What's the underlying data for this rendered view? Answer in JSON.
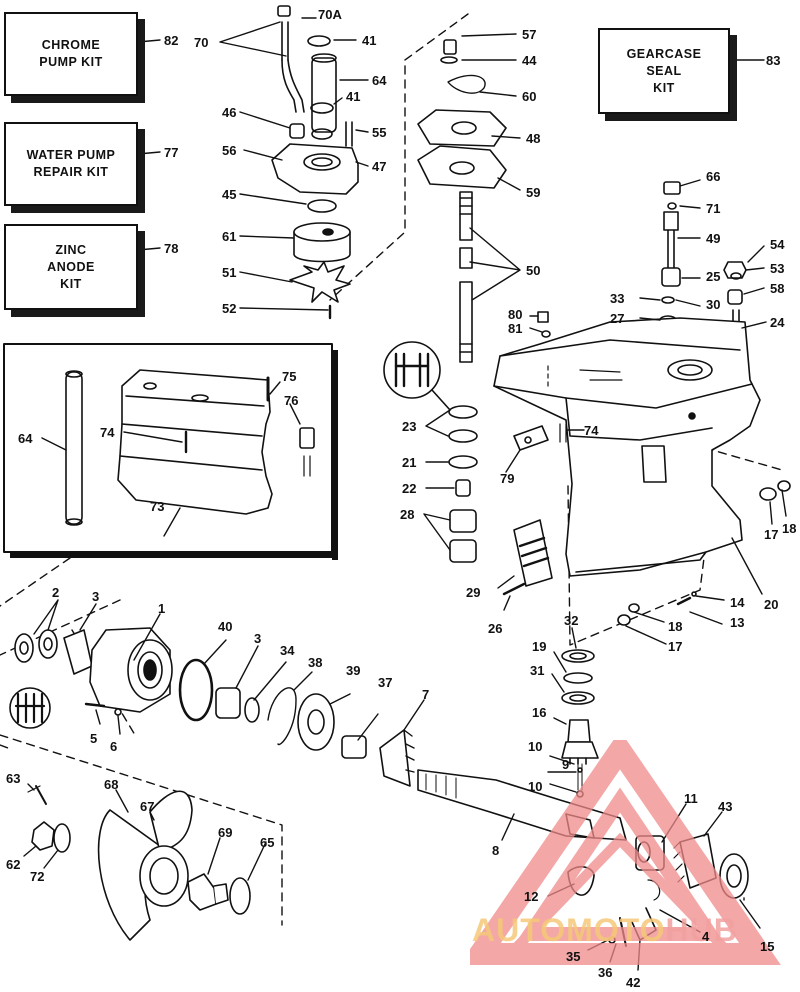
{
  "kits": [
    {
      "id": "82",
      "lines": [
        "CHROME",
        "PUMP KIT"
      ]
    },
    {
      "id": "77",
      "lines": [
        "WATER PUMP",
        "REPAIR KIT"
      ]
    },
    {
      "id": "78",
      "lines": [
        "ZINC",
        "ANODE",
        "KIT"
      ]
    },
    {
      "id": "83",
      "lines": [
        "GEARCASE",
        "SEAL",
        "KIT"
      ]
    }
  ],
  "part_numbers": [
    "70A",
    "70",
    "41",
    "64",
    "57",
    "44",
    "60",
    "82",
    "83",
    "46",
    "41",
    "55",
    "48",
    "56",
    "47",
    "45",
    "59",
    "66",
    "71",
    "77",
    "49",
    "61",
    "50",
    "54",
    "53",
    "25",
    "58",
    "78",
    "51",
    "52",
    "33",
    "30",
    "27",
    "24",
    "80",
    "81",
    "75",
    "76",
    "64",
    "74",
    "73",
    "23",
    "74",
    "21",
    "79",
    "22",
    "28",
    "17",
    "18",
    "29",
    "26",
    "14",
    "13",
    "18",
    "20",
    "17",
    "2",
    "3",
    "1",
    "40",
    "3",
    "34",
    "38",
    "39",
    "37",
    "7",
    "32",
    "19",
    "31",
    "16",
    "5",
    "6",
    "10",
    "9",
    "10",
    "63",
    "68",
    "67",
    "69",
    "65",
    "11",
    "43",
    "62",
    "72",
    "8",
    "12",
    "4",
    "15",
    "35",
    "36",
    "42"
  ],
  "watermark": {
    "part1": "AUTOMOTO",
    "part2": "HUB",
    "color_main": "#f08a8a",
    "color_accent": "#f5b840"
  }
}
